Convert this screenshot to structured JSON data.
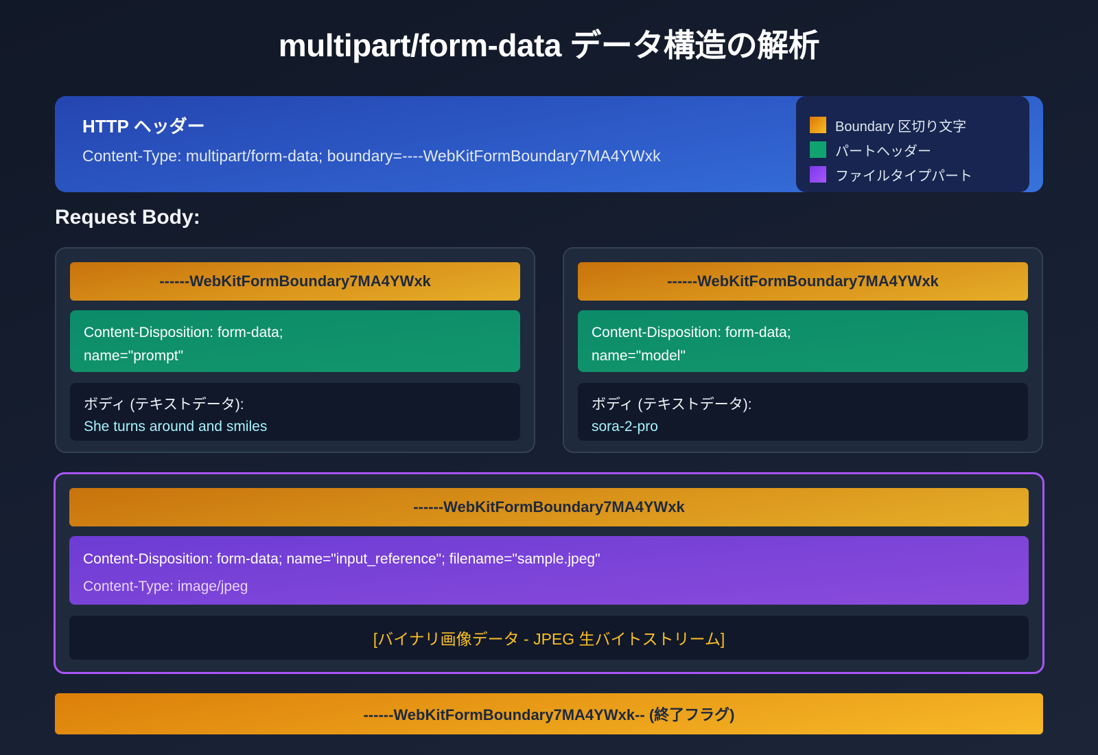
{
  "title": "multipart/form-data データ構造の解析",
  "http_header": {
    "title": "HTTP ヘッダー",
    "value": "Content-Type: multipart/form-data; boundary=----WebKitFormBoundary7MA4YWxk"
  },
  "legend": {
    "items": [
      {
        "label": "Boundary 区切り文字",
        "color": "#f59e0b"
      },
      {
        "label": "パートヘッダー",
        "color": "#10a36f"
      },
      {
        "label": "ファイルタイプパート",
        "color": "#9333ea"
      }
    ]
  },
  "request_body_label": "Request Body:",
  "parts": [
    {
      "boundary": "------WebKitFormBoundary7MA4YWxk",
      "header_line1": "Content-Disposition: form-data;",
      "header_line2": "name=\"prompt\"",
      "body_label": "ボディ (テキストデータ):",
      "body_value": "She turns around and smiles"
    },
    {
      "boundary": "------WebKitFormBoundary7MA4YWxk",
      "header_line1": "Content-Disposition: form-data;",
      "header_line2": "name=\"model\"",
      "body_label": "ボディ (テキストデータ):",
      "body_value": "sora-2-pro"
    }
  ],
  "file_part": {
    "boundary": "------WebKitFormBoundary7MA4YWxk",
    "header_line1": "Content-Disposition: form-data; name=\"input_reference\"; filename=\"sample.jpeg\"",
    "header_line2": "Content-Type: image/jpeg",
    "body": "[バイナリ画像データ - JPEG 生バイトストリーム]"
  },
  "end_boundary": "------WebKitFormBoundary7MA4YWxk-- (終了フラグ)",
  "colors": {
    "background": "#111827",
    "boundary": "#f59e0b",
    "part_header": "#10a36f",
    "file_part": "#8b45db",
    "http_header": "#2f5fcc",
    "body_value_text": "#a5f3fc",
    "binary_text": "#fbbf24"
  }
}
